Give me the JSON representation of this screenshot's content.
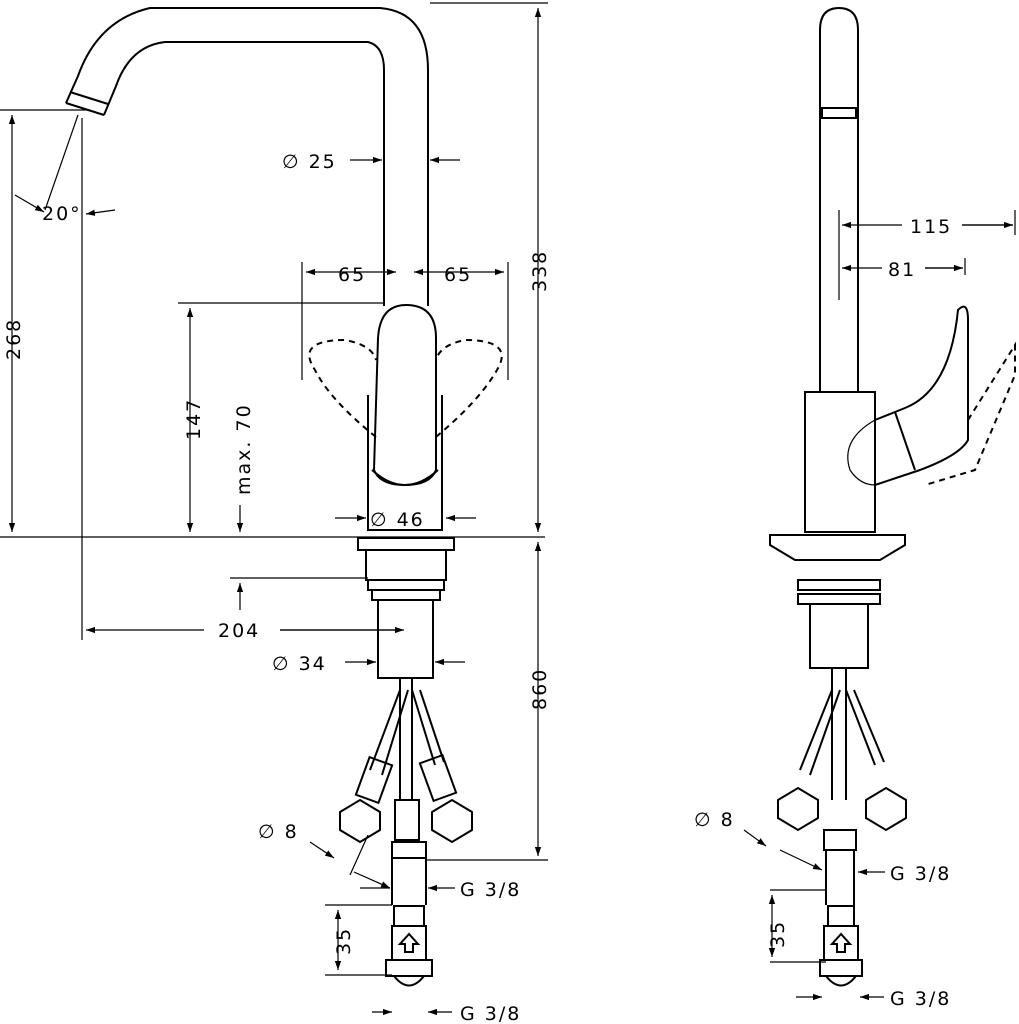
{
  "dimensions": {
    "pipe_diameter": "∅ 25",
    "spout_angle": "20°",
    "lever_left": "65",
    "lever_right": "65",
    "total_height": "338",
    "spout_height": "268",
    "lever_height": "147",
    "max_thickness": "max. 70",
    "base_diameter": "∅ 46",
    "reach": "204",
    "shank_diameter": "∅ 34",
    "hose_length": "860",
    "hose_diameter_front": "∅ 8",
    "thread_upper_front": "G 3/8",
    "valve_height_front": "35",
    "thread_lower_front": "G 3/8",
    "side_depth_outer": "115",
    "side_depth_inner": "81",
    "hose_diameter_side": "∅ 8",
    "thread_upper_side": "G 3/8",
    "valve_height_side": "35",
    "thread_lower_side": "G 3/8"
  }
}
